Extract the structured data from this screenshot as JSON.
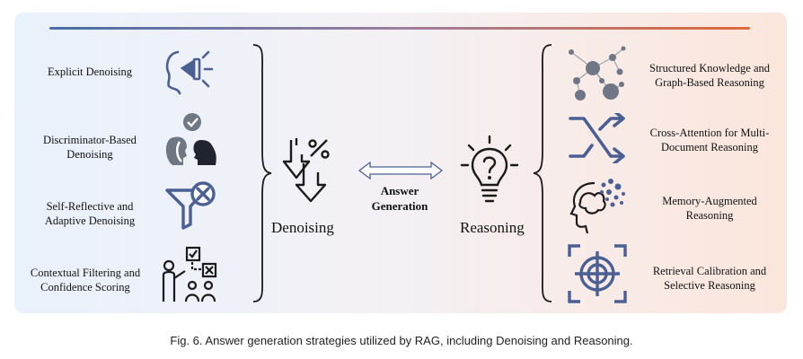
{
  "left_items": [
    {
      "label_lines": [
        "Explicit Denoising"
      ],
      "icon": "megaphone-icon"
    },
    {
      "label_lines": [
        "Discriminator-Based",
        "Denoising"
      ],
      "icon": "head-discriminator-icon"
    },
    {
      "label_lines": [
        "Self-Reflective and",
        "Adaptive Denoising"
      ],
      "icon": "funnel-x-icon"
    },
    {
      "label_lines": [
        "Contextual Filtering and",
        "Confidence Scoring"
      ],
      "icon": "presenter-checklist-icon"
    }
  ],
  "right_items": [
    {
      "label_lines": [
        "Structured Knowledge and",
        "Graph-Based Reasoning"
      ],
      "icon": "graph-nodes-icon"
    },
    {
      "label_lines": [
        "Cross-Attention for Multi-",
        "Document Reasoning"
      ],
      "icon": "shuffle-arrows-icon"
    },
    {
      "label_lines": [
        "Memory-Augmented",
        "Reasoning"
      ],
      "icon": "brain-head-icon"
    },
    {
      "label_lines": [
        "Retrieval Calibration and",
        "Selective Reasoning"
      ],
      "icon": "target-crosshair-icon"
    }
  ],
  "center": {
    "denoising": "Denoising",
    "answer_lines": [
      "Answer",
      "Generation"
    ],
    "reasoning": "Reasoning"
  },
  "colors": {
    "icon_dark": "#1a1a1a",
    "icon_blue": "#4a5f94",
    "icon_gray": "#6f7785"
  },
  "caption": "Fig. 6.  Answer generation strategies utilized by RAG, including Denoising and Reasoning."
}
